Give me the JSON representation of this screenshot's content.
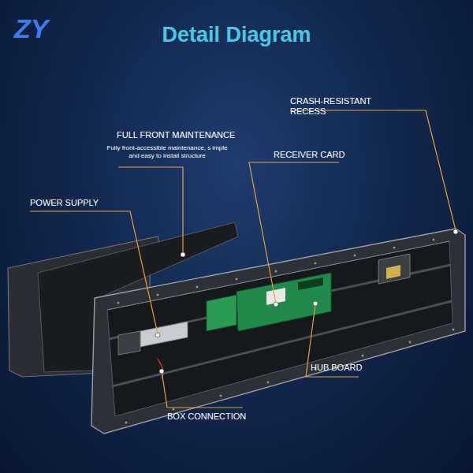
{
  "diagram": {
    "title": "Detail Diagram",
    "labels": [
      "ZY",
      "CRASH-RESISTANT RECESS",
      "FULL FRONT MAINTENANCE",
      "Fully front-accessible maintenance, s imple and easy to install structure",
      "RECEIVER CARD",
      "POWER SUPPLY",
      "HUB BOARD",
      "BOX CONNECTION"
    ]
  }
}
